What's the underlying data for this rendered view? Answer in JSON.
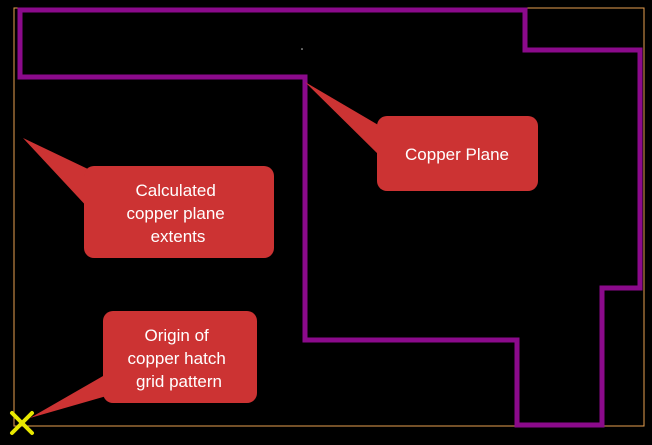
{
  "colors": {
    "background": "#000000",
    "extents_outline": "#e8a050",
    "copper_plane": "#8b0a8b",
    "callout_fill": "#cc3333",
    "callout_text": "#ffffff",
    "origin_marker": "#e8e800"
  },
  "callouts": {
    "copper_plane": {
      "lines": [
        "Copper Plane"
      ]
    },
    "extents": {
      "lines": [
        "Calculated",
        "copper plane",
        "extents"
      ]
    },
    "origin": {
      "lines": [
        "Origin of",
        "copper hatch",
        "grid pattern"
      ]
    }
  },
  "icons": {
    "origin_marker": "x-cross-icon"
  }
}
